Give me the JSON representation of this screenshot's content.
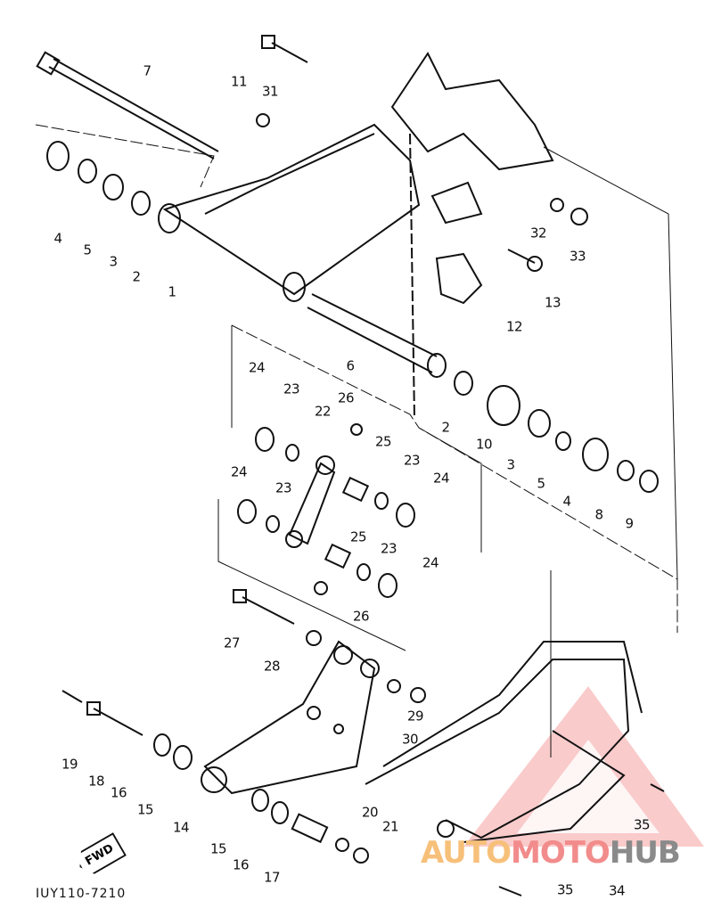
{
  "diagram_code": "IUY110-7210",
  "fwd_label": "FWD",
  "watermark": {
    "part1": "AUTO",
    "part2": "MOTO",
    "part3": "HUB",
    "colors": {
      "auto": "#f7c07a",
      "moto": "#f28b8b",
      "hub": "#8a8a8a"
    }
  },
  "labels": [
    "7",
    "11",
    "31",
    "4",
    "5",
    "3",
    "2",
    "1",
    "32",
    "33",
    "13",
    "12",
    "6",
    "24",
    "23",
    "26",
    "22",
    "2",
    "10",
    "3",
    "25",
    "23",
    "24",
    "5",
    "4",
    "8",
    "9",
    "24",
    "23",
    "25",
    "23",
    "24",
    "26",
    "27",
    "28",
    "29",
    "30",
    "19",
    "18",
    "16",
    "15",
    "14",
    "15",
    "16",
    "17",
    "20",
    "21",
    "35",
    "34",
    "35"
  ]
}
